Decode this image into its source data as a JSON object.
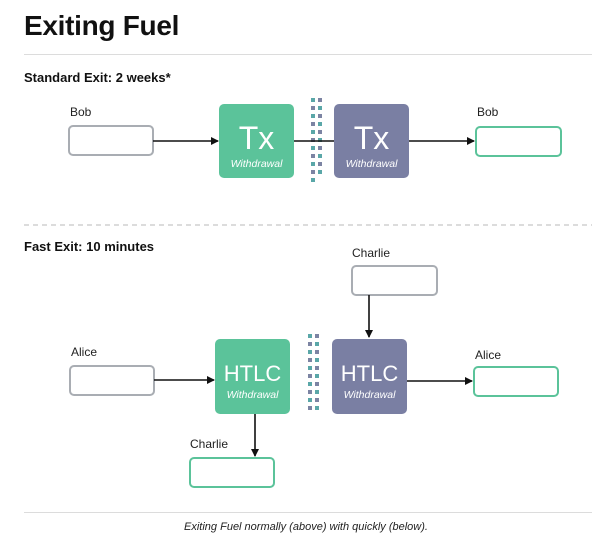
{
  "title": "Exiting Fuel",
  "standard": {
    "heading": "Standard Exit: 2 weeks*",
    "from_label": "Bob",
    "to_label": "Bob",
    "tx1": {
      "main": "Tx",
      "sub": "Withdrawal"
    },
    "tx2": {
      "main": "Tx",
      "sub": "Withdrawal"
    }
  },
  "fast": {
    "heading": "Fast Exit: 10 minutes",
    "from_label": "Alice",
    "top_label": "Charlie",
    "bottom_label": "Charlie",
    "to_label": "Alice",
    "htlc1": {
      "main": "HTLC",
      "sub": "Withdrawal"
    },
    "htlc2": {
      "main": "HTLC",
      "sub": "Withdrawal"
    }
  },
  "caption": "Exiting Fuel normally (above) with quickly (below).",
  "colors": {
    "green": "#5bc39a",
    "purple": "#7a7fa3",
    "gray_outline": "#a9adb3",
    "green_outline": "#5bc39a",
    "dot_teal": "#5aa7a8",
    "dot_slate": "#7c84a3"
  }
}
